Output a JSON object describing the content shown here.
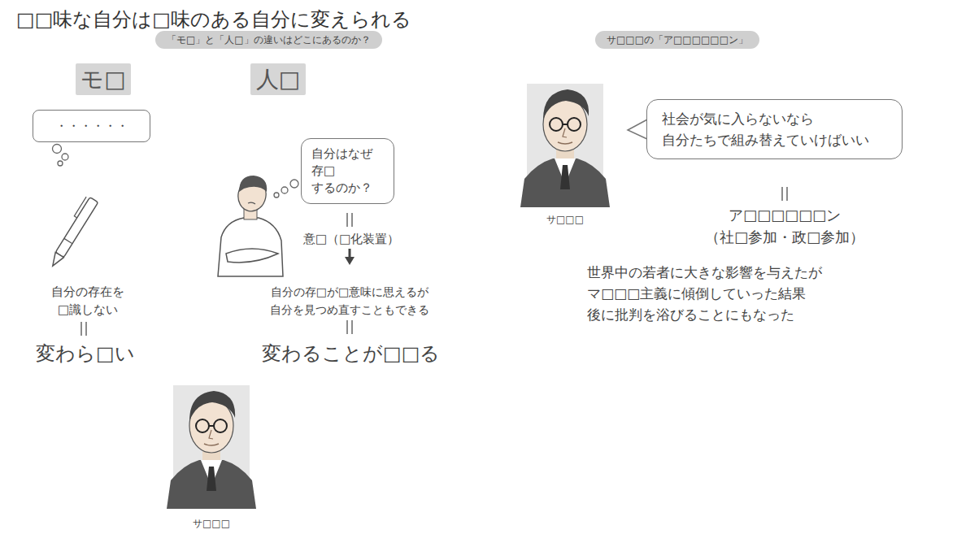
{
  "diagram": {
    "title": "□□味な自分は□味のある自分に変えられる",
    "nodes": [
      {
        "text": [
          "「モ□」と「人□」の違いはどこにあるのか？"
        ]
      },
      {
        "text": [
          "モ□"
        ]
      },
      {
        "text": [
          "人□"
        ]
      },
      {
        "text": [
          "・・・・・・"
        ]
      },
      {
        "text": [
          "自分はなぜ 存□するのか？"
        ]
      },
      {
        "text": [
          "サ□□□の「ア□□□□□□ン」"
        ]
      },
      {
        "text": [
          "社会が気に入らないなら 自分たちで組み替えていけばいい"
        ]
      }
    ],
    "labels": [
      "自分の存在を □識しない",
      "変わら□い",
      "意□（□化装置）",
      "自分の存□が□意味に思えるが 自分を見つめ直すこともできる",
      "変わることが□□る",
      "サ□□□",
      "サ□□□",
      "ア□□□□□□ン",
      "（社□参加・政□参加）",
      "世界中の若者に大きな影響を与えたが マ□□□主義に傾倒していった結果 後に批判を浴びることにもなった"
    ]
  }
}
